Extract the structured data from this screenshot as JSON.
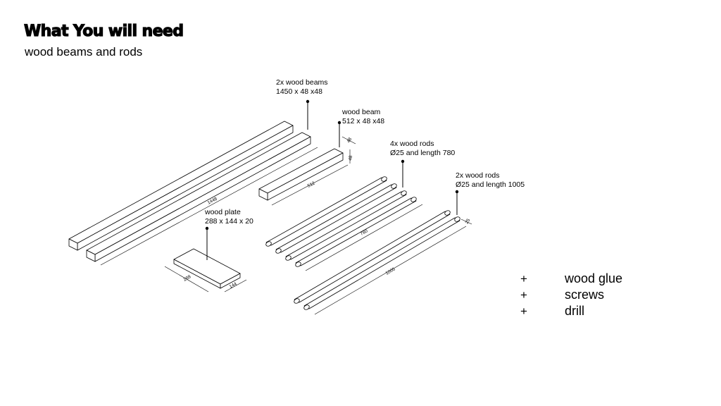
{
  "title": "What You will need",
  "subtitle": "wood beams and rods",
  "labels": {
    "beams": [
      "2x wood beams",
      "1450 x 48 x48"
    ],
    "beam": [
      "wood beam",
      "512 x 48 x48"
    ],
    "rods780": [
      "4x wood rods",
      "Ø25 and length 780"
    ],
    "rods1005": [
      "2x wood rods",
      "Ø25 and length 1005"
    ],
    "plate": [
      "wood plate",
      "288 x 144 x 20"
    ]
  },
  "dimensions": {
    "beams_length": "1448",
    "beam_length": "512",
    "beam_width": "48",
    "beam_height": "48",
    "rods780_length": "780",
    "rods1005_length": "1005",
    "rod_diameter": "25",
    "plate_length": "288",
    "plate_width": "144"
  },
  "extras": [
    {
      "symbol": "+",
      "label": "wood glue"
    },
    {
      "symbol": "+",
      "label": "screws"
    },
    {
      "symbol": "+",
      "label": "drill"
    }
  ]
}
